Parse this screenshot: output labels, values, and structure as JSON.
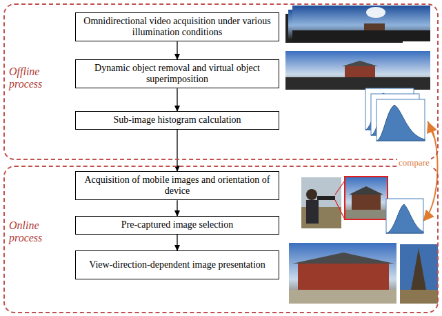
{
  "diagram": {
    "nodes": [
      {
        "text": [
          "Offline process"
        ]
      },
      {
        "text": [
          "Omnidirectional video acquisition under various illumination conditions"
        ],
        "in": 0
      },
      {
        "text": [
          "Dynamic object removal and virtual object superimposition"
        ],
        "in": 0
      },
      {
        "text": [
          "Sub-image histogram calculation"
        ],
        "in": 0
      },
      {
        "text": [
          "Online process"
        ]
      },
      {
        "text": [
          "Acquisition of mobile images and orientation of device"
        ],
        "in": 4
      },
      {
        "text": [
          "Pre-captured image selection"
        ],
        "in": 4
      },
      {
        "text": [
          "View-direction-dependent image presentation"
        ],
        "in": 4
      }
    ],
    "edges": [
      {
        "from": 1,
        "to": 2,
        "arrow": "to"
      },
      {
        "from": 2,
        "to": 3,
        "arrow": "to"
      },
      {
        "from": 3,
        "to": 5,
        "arrow": "to"
      },
      {
        "from": 5,
        "to": 6,
        "arrow": "to"
      },
      {
        "from": 6,
        "to": 7,
        "arrow": "to"
      }
    ],
    "labels": [
      "compare"
    ]
  }
}
